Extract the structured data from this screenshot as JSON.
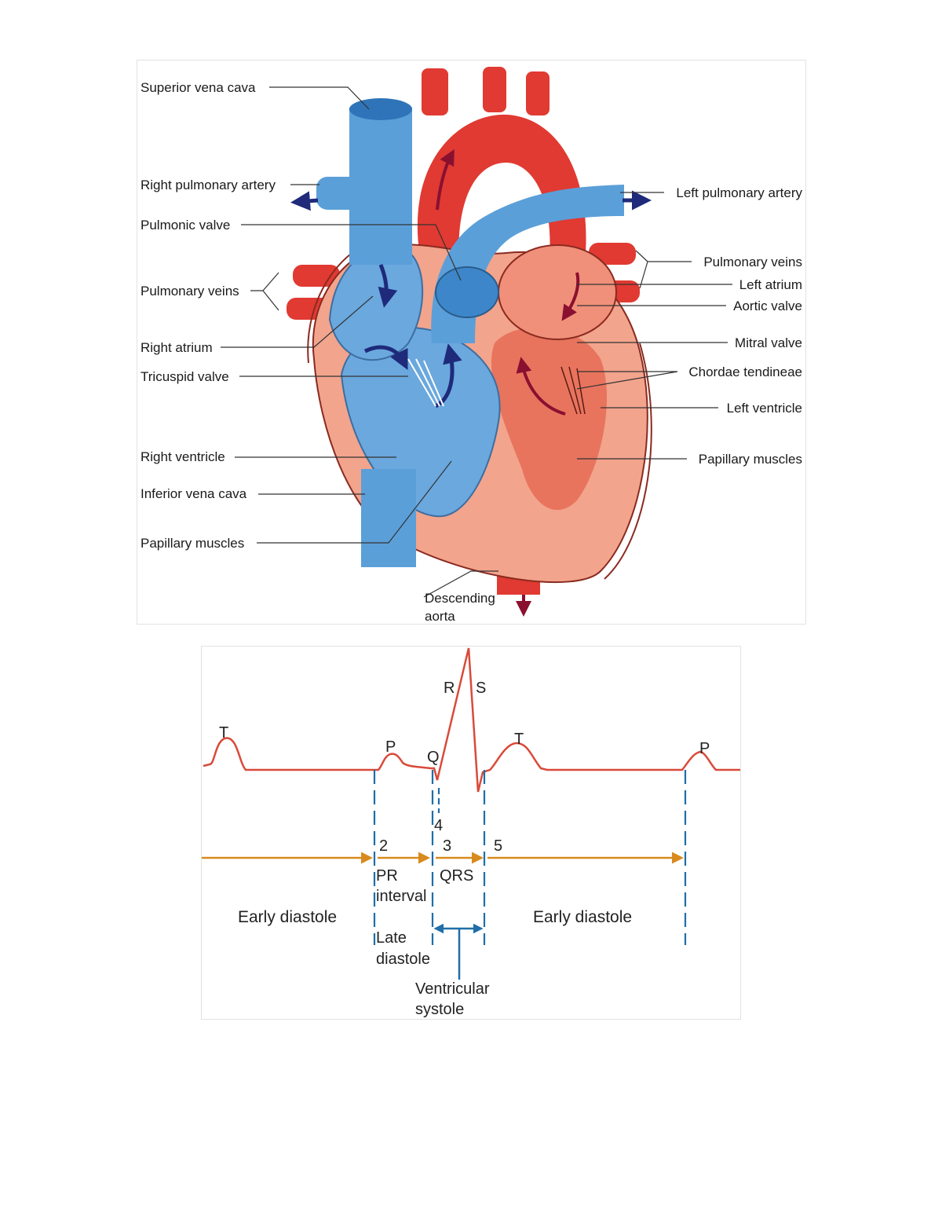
{
  "heart_diagram": {
    "colors": {
      "deoxygenated": "#5b9fd9",
      "oxygenated": "#e03a32",
      "myocardium": "#f2a48c",
      "flow_arrow_blue": "#1f2a7a",
      "flow_arrow_red": "#8a1030"
    },
    "left_labels": {
      "superior_vena_cava": "Superior vena cava",
      "right_pulmonary_artery": "Right pulmonary artery",
      "pulmonic_valve": "Pulmonic valve",
      "pulmonary_veins": "Pulmonary veins",
      "right_atrium": "Right atrium",
      "tricuspid_valve": "Tricuspid valve",
      "right_ventricle": "Right ventricle",
      "inferior_vena_cava": "Inferior vena cava",
      "papillary_muscles": "Papillary muscles"
    },
    "right_labels": {
      "left_pulmonary_artery": "Left pulmonary artery",
      "pulmonary_veins": "Pulmonary veins",
      "left_atrium": "Left atrium",
      "aortic_valve": "Aortic valve",
      "mitral_valve": "Mitral valve",
      "chordae_tendineae": "Chordae tendineae",
      "left_ventricle": "Left ventricle",
      "papillary_muscles": "Papillary muscles"
    },
    "bottom_label": {
      "line1": "Descending",
      "line2": "aorta"
    }
  },
  "ecg_diagram": {
    "colors": {
      "trace": "#d94a3a",
      "phase_arrow": "#d98a1e",
      "divider": "#1f6ea8",
      "systole_marker": "#1f6ea8"
    },
    "wave_labels": {
      "t1": "T",
      "p1": "P",
      "q": "Q",
      "r": "R",
      "s": "S",
      "t2": "T",
      "p2": "P"
    },
    "phase_numbers": {
      "n2": "2",
      "n3": "3",
      "n4": "4",
      "n5": "5"
    },
    "segment_labels": {
      "pr_line1": "PR",
      "pr_line2": "interval",
      "qrs": "QRS",
      "early_diastole_1": "Early diastole",
      "early_diastole_2": "Early diastole",
      "late_diastole_line1": "Late",
      "late_diastole_line2": "diastole",
      "ventricular_systole_line1": "Ventricular",
      "ventricular_systole_line2": "systole"
    }
  }
}
